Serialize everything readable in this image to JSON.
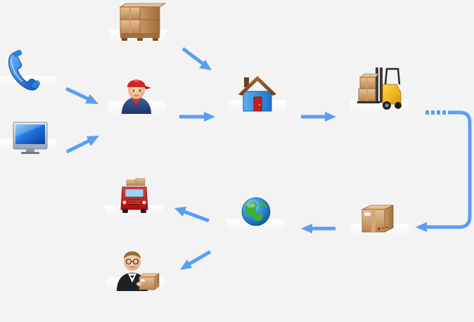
{
  "diagram": {
    "background_color": "#f3f3f3",
    "arrow_color": "#5b9ef0",
    "nodes": [
      {
        "id": "phone",
        "icon": "telephone-icon"
      },
      {
        "id": "computer",
        "icon": "monitor-icon"
      },
      {
        "id": "goods",
        "icon": "pallet-boxes-icon"
      },
      {
        "id": "customer-service",
        "icon": "worker-red-cap-icon"
      },
      {
        "id": "warehouse",
        "icon": "house-icon"
      },
      {
        "id": "loading",
        "icon": "forklift-icon"
      },
      {
        "id": "parcel",
        "icon": "parcel-box-icon"
      },
      {
        "id": "network",
        "icon": "globe-icon"
      },
      {
        "id": "delivery",
        "icon": "delivery-truck-icon"
      },
      {
        "id": "receiver",
        "icon": "man-with-package-icon"
      }
    ],
    "edges": [
      {
        "from": "phone",
        "to": "customer-service"
      },
      {
        "from": "computer",
        "to": "customer-service"
      },
      {
        "from": "goods",
        "to": "warehouse"
      },
      {
        "from": "customer-service",
        "to": "warehouse"
      },
      {
        "from": "warehouse",
        "to": "loading"
      },
      {
        "from": "loading",
        "to": "parcel"
      },
      {
        "from": "parcel",
        "to": "network"
      },
      {
        "from": "network",
        "to": "delivery"
      },
      {
        "from": "network",
        "to": "receiver"
      }
    ]
  }
}
